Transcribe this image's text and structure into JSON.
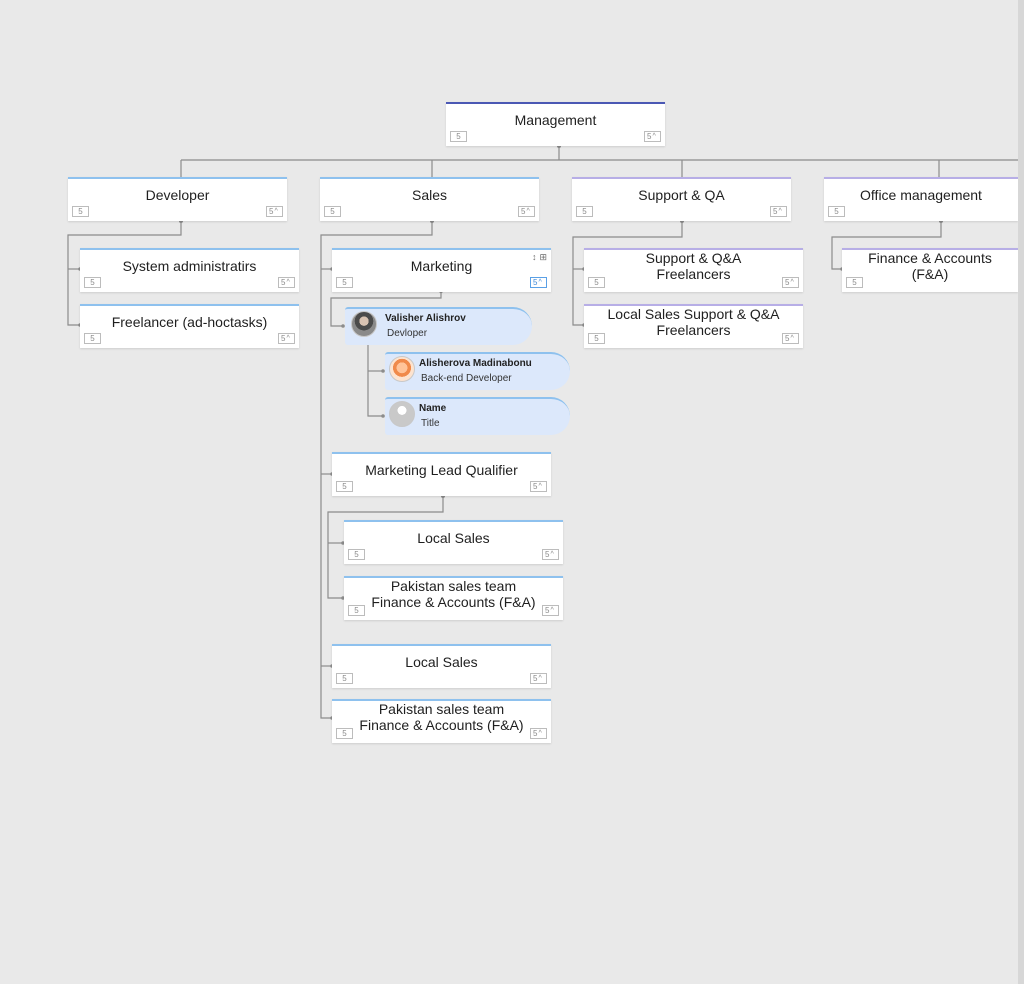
{
  "nodes": {
    "management": {
      "title": "Management",
      "left_count": "5",
      "right_count": "5"
    },
    "developer": {
      "title": "Developer",
      "left_count": "5",
      "right_count": "5"
    },
    "sales": {
      "title": "Sales",
      "left_count": "5",
      "right_count": "5"
    },
    "support_qa": {
      "title": "Support & QA",
      "left_count": "5",
      "right_count": "5"
    },
    "office_management": {
      "title": "Office management",
      "left_count": "5"
    },
    "system_admins": {
      "title": "System administratirs",
      "left_count": "5",
      "right_count": "5"
    },
    "freelancer": {
      "title": "Freelancer (ad-hoctasks)",
      "left_count": "5",
      "right_count": "5"
    },
    "marketing": {
      "title": "Marketing",
      "left_count": "5",
      "right_count": "5"
    },
    "support_freelancers": {
      "title": "Support & Q&A\nFreelancers",
      "left_count": "5",
      "right_count": "5"
    },
    "local_sales_support": {
      "title": "Local Sales Support & Q&A\nFreelancers",
      "left_count": "5",
      "right_count": "5"
    },
    "finance_accounts": {
      "title": "Finance & Accounts\n(F&A)",
      "left_count": "5"
    },
    "marketing_lead": {
      "title": "Marketing Lead Qualifier",
      "left_count": "5",
      "right_count": "5"
    },
    "local_sales_1": {
      "title": "Local Sales",
      "left_count": "5",
      "right_count": "5"
    },
    "pakistan_1": {
      "title": "Pakistan sales team\nFinance & Accounts (F&A)",
      "left_count": "5",
      "right_count": "5"
    },
    "local_sales_2": {
      "title": "Local Sales",
      "left_count": "5",
      "right_count": "5"
    },
    "pakistan_2": {
      "title": "Pakistan sales team\nFinance & Accounts (F&A)",
      "left_count": "5",
      "right_count": "5"
    }
  },
  "people": {
    "valisher": {
      "name": "Valisher Alishrov",
      "title": "Devloper"
    },
    "alisherova": {
      "name": "Alisherova Madinabonu",
      "title": "Back-end Developer"
    },
    "placeholder": {
      "name": "Name",
      "title": "Title"
    }
  },
  "icons": {
    "expand": "chevron-up-icon",
    "sort": "sort-icon",
    "layout": "layout-grid-icon"
  },
  "colors": {
    "canvas": "#e9e9e9",
    "card_top_blue": "#8ec1ee",
    "card_top_purple": "#b7aee6",
    "card_top_navy": "#4b58b4",
    "person_card": "#dce8fb",
    "connector": "#8c8c8c"
  }
}
